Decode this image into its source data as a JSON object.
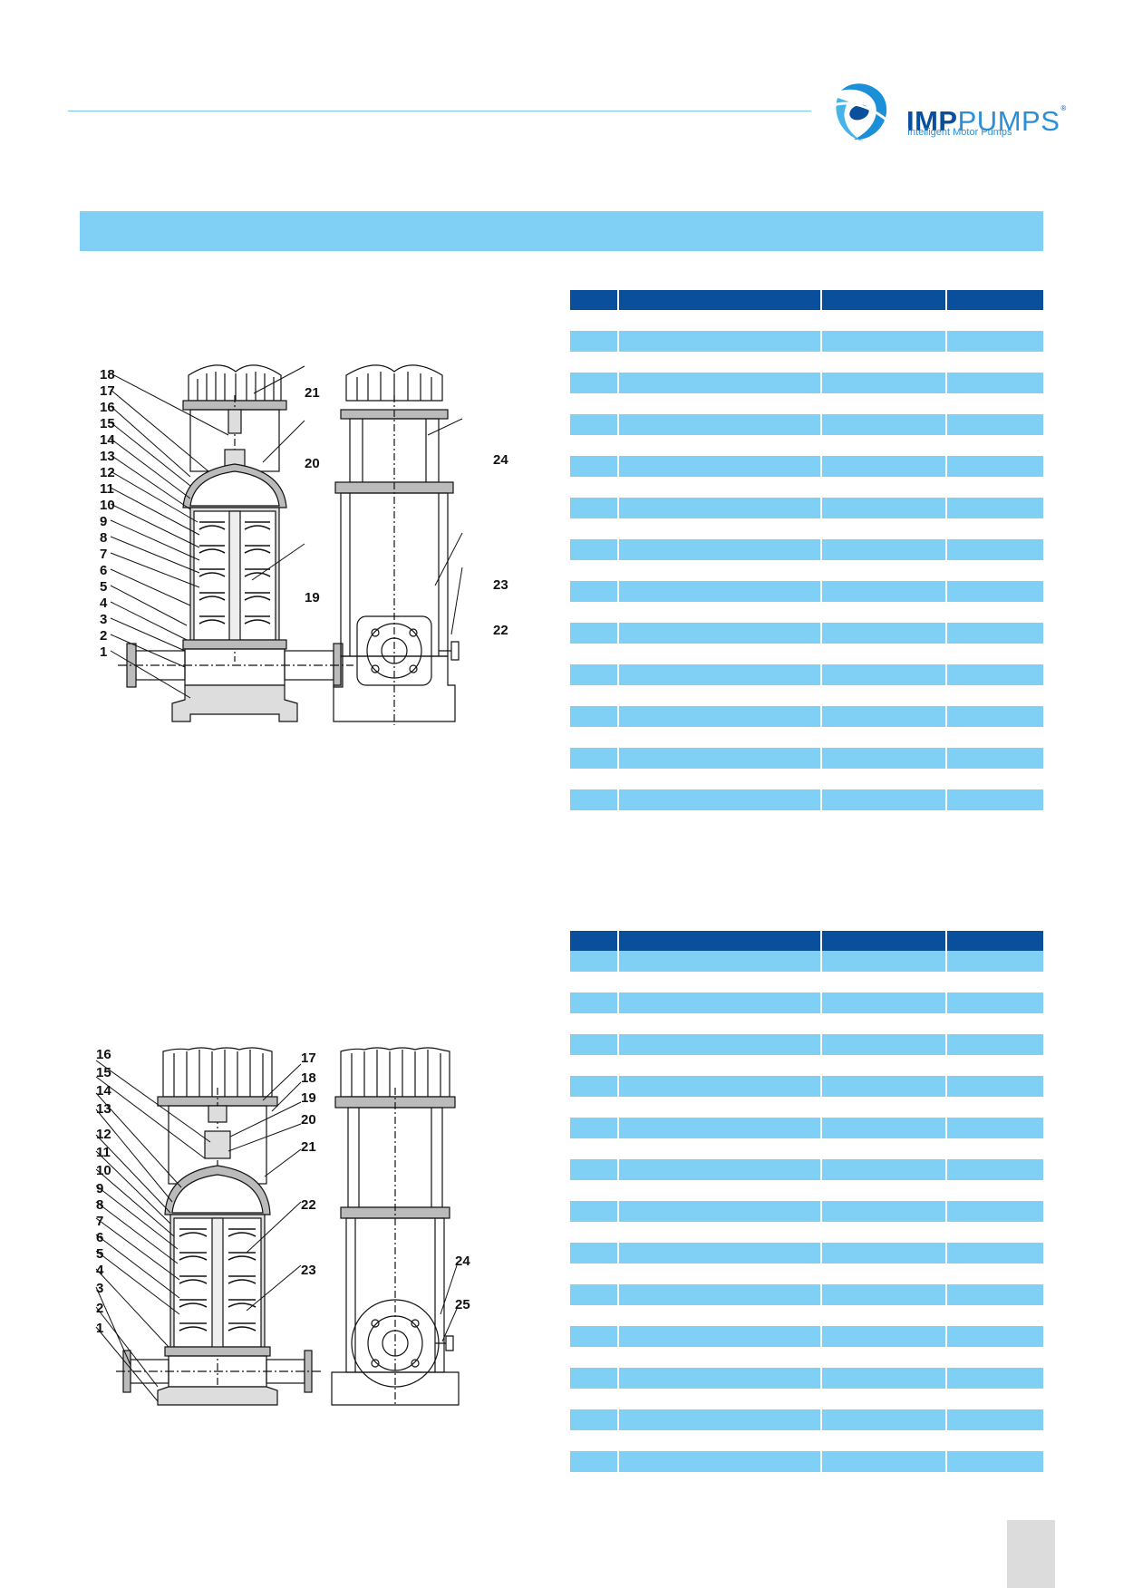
{
  "brand": {
    "name_bold": "IMP",
    "name_light": "PUMPS",
    "registered": "®",
    "tagline": "Intelligent Motor Pumps",
    "colors": {
      "dark_blue": "#0a4f9c",
      "light_blue": "#80d0f5",
      "accent": "#2a8fd6"
    }
  },
  "drawing_top": {
    "left_labels": [
      "18",
      "17",
      "16",
      "15",
      "14",
      "13",
      "12",
      "11",
      "10",
      "9",
      "8",
      "7",
      "6",
      "5",
      "4",
      "3",
      "2",
      "1"
    ],
    "right_labels": [
      "21",
      "20",
      "19"
    ],
    "side_labels": [
      "24",
      "23",
      "22"
    ]
  },
  "drawing_bottom": {
    "left_labels": [
      "16",
      "15",
      "14",
      "13",
      "12",
      "11",
      "10",
      "9",
      "8",
      "7",
      "6",
      "5",
      "4",
      "3",
      "2",
      "1"
    ],
    "right_labels": [
      "17",
      "18",
      "19",
      "20",
      "21",
      "22",
      "23"
    ],
    "side_labels": [
      "24",
      "25"
    ]
  },
  "table_top": {
    "rows": 12
  },
  "table_bottom": {
    "rows": 13
  }
}
